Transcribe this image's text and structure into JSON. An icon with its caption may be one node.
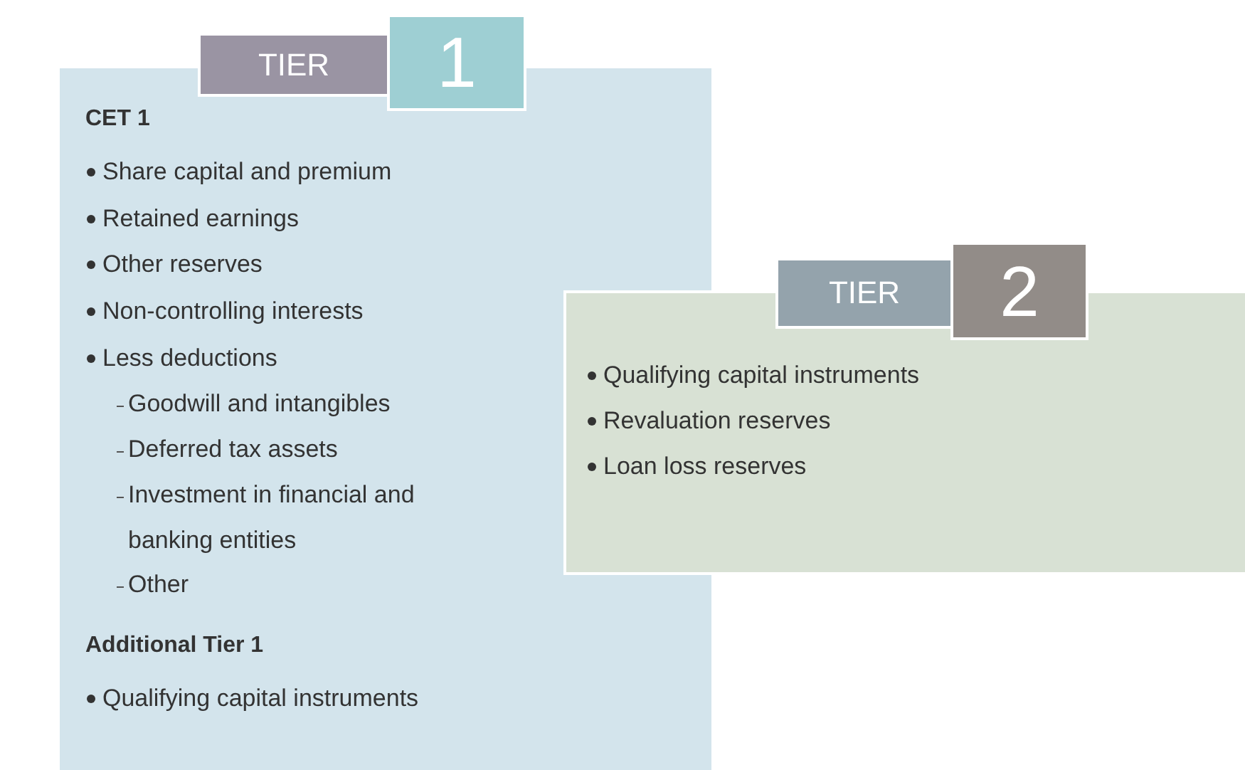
{
  "diagram": {
    "nodes": [
      {
        "text": [
          "CET 1",
          "Share capital and premium",
          "Retained earnings",
          "Other reserves",
          "Non-controlling interests",
          "Less deductions",
          "Goodwill and intangibles",
          "Deferred tax assets",
          "Investment in financial and banking entities",
          "Other",
          "Additional Tier 1",
          "Qualifying capital instruments"
        ]
      },
      {
        "text": [
          "TIER"
        ]
      },
      {
        "text": [
          "1"
        ]
      },
      {
        "text": [
          "Qualifying capital instruments",
          "Revaluation reserves",
          "Loan loss reserves"
        ]
      },
      {
        "text": [
          "TIER"
        ]
      },
      {
        "text": [
          "2"
        ]
      }
    ]
  }
}
